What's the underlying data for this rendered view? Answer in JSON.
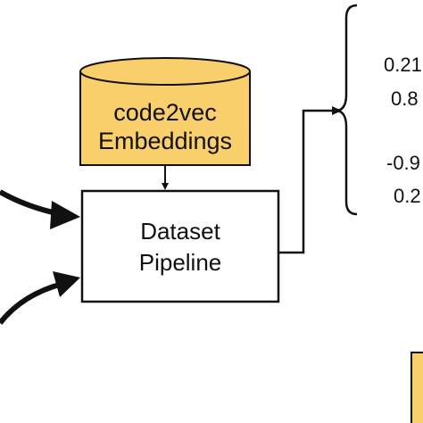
{
  "colors": {
    "cylinder_fill": "#f9cf6b",
    "box_fill": "#ffffff",
    "stroke": "#111111",
    "partial_box_fill": "#f9cf6b"
  },
  "embeddings": {
    "line1": "code2vec",
    "line2": "Embeddings",
    "shape": "cylinder"
  },
  "pipeline": {
    "line1": "Dataset",
    "line2": "Pipeline"
  },
  "vector": {
    "values": [
      "0.21",
      "0.8",
      "-0.9",
      "0.2"
    ]
  }
}
